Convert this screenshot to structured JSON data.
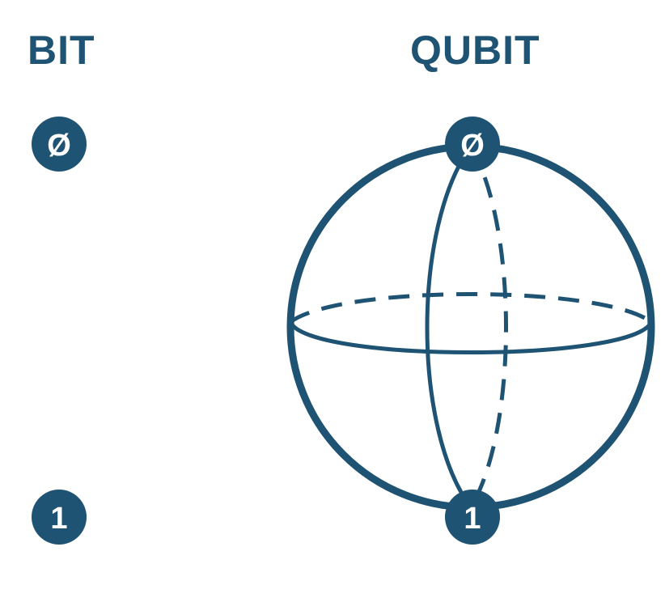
{
  "colors": {
    "primary": "#1f5373",
    "background": "#ffffff"
  },
  "bit": {
    "title": "BIT",
    "state_zero": "Ø",
    "state_one": "1"
  },
  "qubit": {
    "title": "QUBIT",
    "state_zero": "Ø",
    "state_one": "1"
  }
}
